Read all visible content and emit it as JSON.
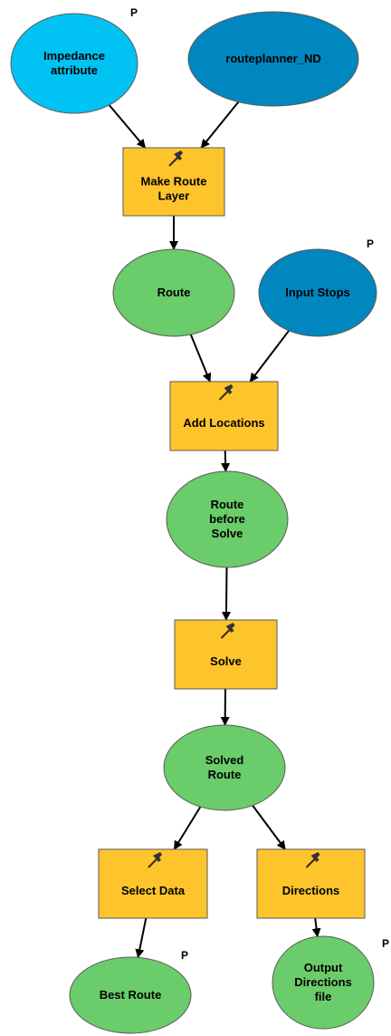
{
  "colors": {
    "input_light": "#00c3f4",
    "input_dark": "#0087bf",
    "derived": "#6acc6a",
    "tool": "#fdc42c",
    "stroke": "#5a5a5a"
  },
  "parameter_marker": "P",
  "nodes": {
    "impedance": {
      "lines": [
        "Impedance",
        "attribute"
      ],
      "kind": "input_light",
      "parameter": true
    },
    "network": {
      "lines": [
        "routeplanner_ND"
      ],
      "kind": "input_dark",
      "parameter": false
    },
    "make_route_layer": {
      "lines": [
        "Make Route",
        "Layer"
      ],
      "kind": "tool",
      "icon": "hammer-icon"
    },
    "route": {
      "lines": [
        "Route"
      ],
      "kind": "derived",
      "parameter": false
    },
    "input_stops": {
      "lines": [
        "Input Stops"
      ],
      "kind": "input_dark",
      "parameter": true
    },
    "add_locations": {
      "lines": [
        "Add Locations"
      ],
      "kind": "tool",
      "icon": "hammer-icon"
    },
    "route_before_solve": {
      "lines": [
        "Route",
        "before",
        "Solve"
      ],
      "kind": "derived",
      "parameter": false
    },
    "solve": {
      "lines": [
        "Solve"
      ],
      "kind": "tool",
      "icon": "hammer-icon"
    },
    "solved_route": {
      "lines": [
        "Solved",
        "Route"
      ],
      "kind": "derived",
      "parameter": false
    },
    "select_data": {
      "lines": [
        "Select Data"
      ],
      "kind": "tool",
      "icon": "hammer-icon"
    },
    "directions": {
      "lines": [
        "Directions"
      ],
      "kind": "tool",
      "icon": "hammer-icon"
    },
    "best_route": {
      "lines": [
        "Best Route"
      ],
      "kind": "derived",
      "parameter": true
    },
    "output_directions": {
      "lines": [
        "Output",
        "Directions",
        "file"
      ],
      "kind": "derived",
      "parameter": true
    }
  },
  "edges": [
    [
      "impedance",
      "make_route_layer"
    ],
    [
      "network",
      "make_route_layer"
    ],
    [
      "make_route_layer",
      "route"
    ],
    [
      "route",
      "add_locations"
    ],
    [
      "input_stops",
      "add_locations"
    ],
    [
      "add_locations",
      "route_before_solve"
    ],
    [
      "route_before_solve",
      "solve"
    ],
    [
      "solve",
      "solved_route"
    ],
    [
      "solved_route",
      "select_data"
    ],
    [
      "solved_route",
      "directions"
    ],
    [
      "select_data",
      "best_route"
    ],
    [
      "directions",
      "output_directions"
    ]
  ]
}
